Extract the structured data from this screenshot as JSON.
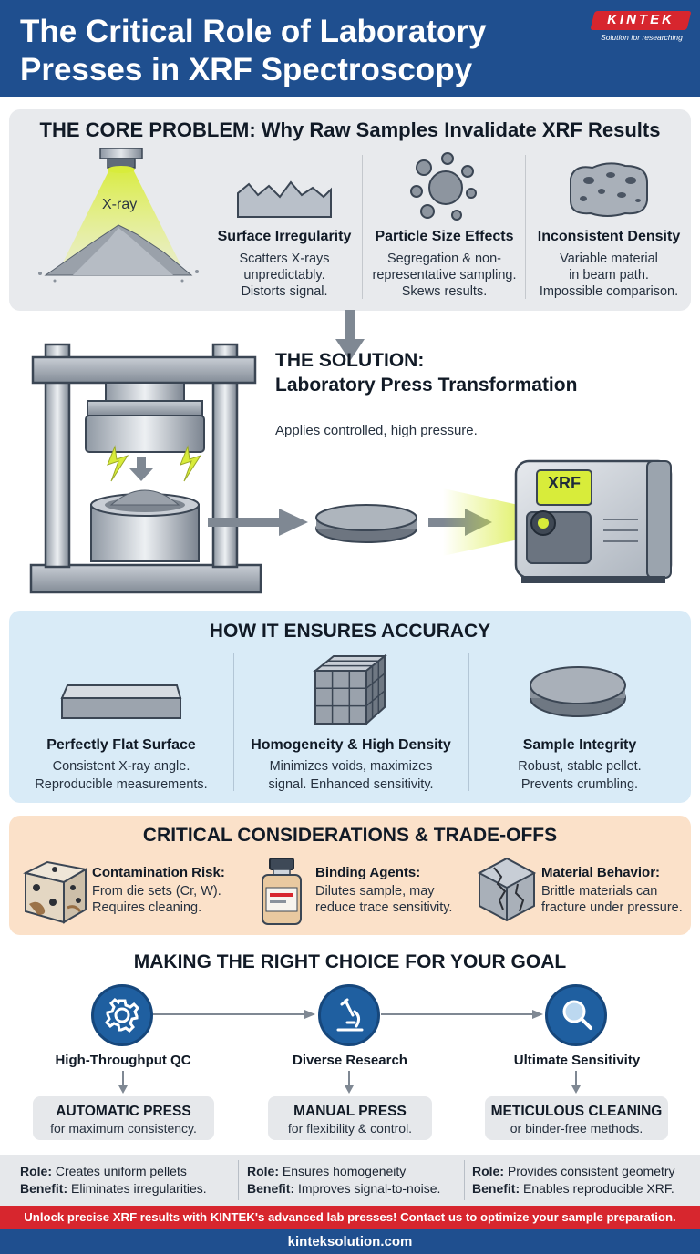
{
  "header": {
    "title_line1": "The Critical Role of Laboratory",
    "title_line2": "Presses in XRF Spectroscopy",
    "logo_text": "KINTEK",
    "logo_tagline": "Solution for researching"
  },
  "problem": {
    "title": "THE CORE PROBLEM: Why Raw Samples Invalidate XRF Results",
    "xray_label": "X-ray",
    "items": [
      {
        "title": "Surface Irregularity",
        "desc1": "Scatters X-rays",
        "desc2": "unpredictably.",
        "desc3": "Distorts signal."
      },
      {
        "title": "Particle Size Effects",
        "desc1": "Segregation & non-",
        "desc2": "representative sampling.",
        "desc3": "Skews results."
      },
      {
        "title": "Inconsistent Density",
        "desc1": "Variable material",
        "desc2": "in beam path.",
        "desc3": "Impossible comparison."
      }
    ]
  },
  "solution": {
    "title_line1": "THE SOLUTION:",
    "title_line2": "Laboratory Press Transformation",
    "subtitle": "Applies controlled, high pressure.",
    "xrf_label": "XRF"
  },
  "accuracy": {
    "title": "HOW IT ENSURES ACCURACY",
    "items": [
      {
        "title": "Perfectly Flat Surface",
        "desc1": "Consistent X-ray angle.",
        "desc2": "Reproducible measurements."
      },
      {
        "title": "Homogeneity & High Density",
        "desc1": "Minimizes voids, maximizes",
        "desc2": "signal. Enhanced sensitivity."
      },
      {
        "title": "Sample Integrity",
        "desc1": "Robust, stable pellet.",
        "desc2": "Prevents crumbling."
      }
    ]
  },
  "critical": {
    "title": "CRITICAL CONSIDERATIONS & TRADE-OFFS",
    "items": [
      {
        "title": "Contamination Risk:",
        "desc1": "From die sets (Cr, W).",
        "desc2": "Requires cleaning."
      },
      {
        "title": "Binding Agents:",
        "desc1": "Dilutes sample, may",
        "desc2": "reduce trace sensitivity."
      },
      {
        "title": "Material Behavior:",
        "desc1": "Brittle materials can",
        "desc2": "fracture under pressure."
      }
    ]
  },
  "choice": {
    "title": "MAKING THE RIGHT CHOICE FOR YOUR GOAL",
    "items": [
      {
        "goal": "High-Throughput QC",
        "rec_title": "AUTOMATIC PRESS",
        "rec_desc": "for maximum consistency."
      },
      {
        "goal": "Diverse Research",
        "rec_title": "MANUAL PRESS",
        "rec_desc": "for flexibility & control."
      },
      {
        "goal": "Ultimate Sensitivity",
        "rec_title": "METICULOUS CLEANING",
        "rec_desc": "or binder-free methods."
      }
    ]
  },
  "roles": {
    "role_label": "Role:",
    "benefit_label": "Benefit:",
    "items": [
      {
        "role": "Creates uniform pellets",
        "benefit": "Eliminates irregularities."
      },
      {
        "role": "Ensures homogeneity",
        "benefit": "Improves signal-to-noise."
      },
      {
        "role": "Provides consistent geometry",
        "benefit": "Enables reproducible XRF."
      }
    ]
  },
  "cta": "Unlock precise XRF results with KINTEK's advanced lab presses! Contact us to optimize your sample preparation.",
  "footer": "kinteksolution.com",
  "colors": {
    "brand_blue": "#1f4f8f",
    "brand_red": "#d7262e",
    "xray_yellow": "#d8ec3a"
  }
}
